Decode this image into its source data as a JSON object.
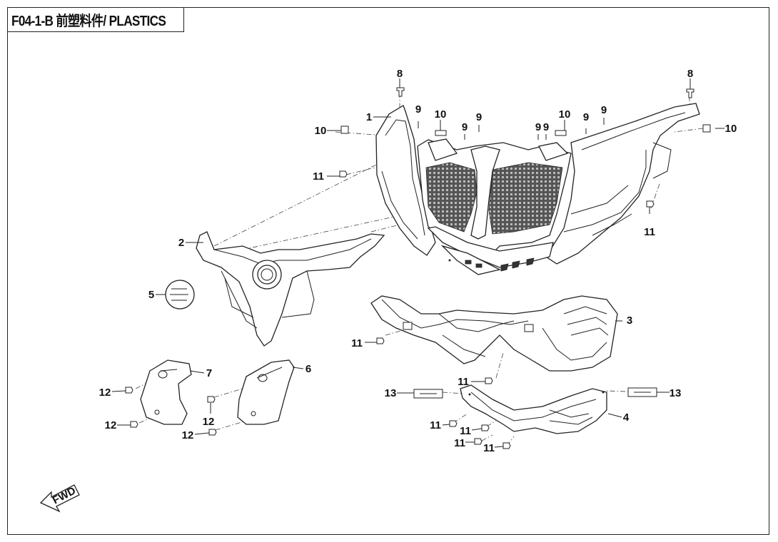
{
  "title": "F04-1-B 前塑料件/ PLASTICS",
  "fwd_label": "FWD",
  "callouts": {
    "c8a": "8",
    "c8b": "8",
    "c1": "1",
    "c9a": "9",
    "c9b": "9",
    "c9c": "9",
    "c9d": "9",
    "c9e": "9",
    "c9f": "9",
    "c9g": "9",
    "c10a": "10",
    "c10b": "10",
    "c10c": "10",
    "c10d": "10",
    "c11a": "11",
    "c11b": "11",
    "c11c": "11",
    "c11d": "11",
    "c11e": "11",
    "c11f": "11",
    "c11g": "11",
    "c11h": "11",
    "c2": "2",
    "c3": "3",
    "c4": "4",
    "c5": "5",
    "c6": "6",
    "c7": "7",
    "c12a": "12",
    "c12b": "12",
    "c12c": "12",
    "c12d": "12",
    "c13a": "13",
    "c13b": "13"
  }
}
